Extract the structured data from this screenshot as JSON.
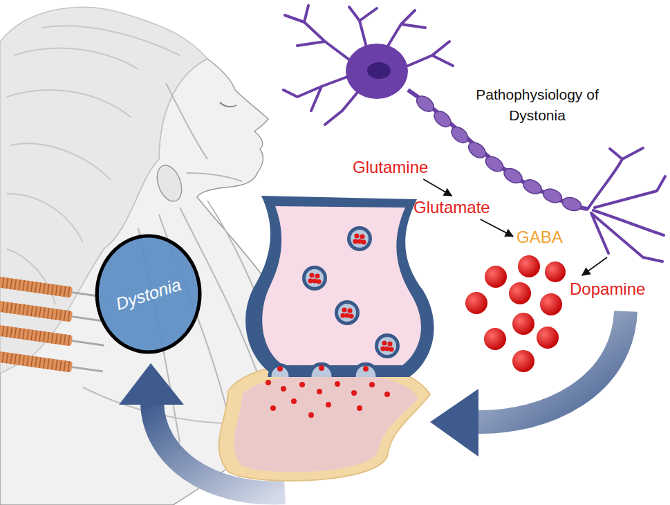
{
  "diagram": {
    "title": "Pathophysiology of Dystonia",
    "nodes": [
      {
        "text": [
          "Dystonia"
        ]
      },
      {
        "text": [
          "Glutamine"
        ]
      },
      {
        "text": [
          "Glutamate"
        ]
      },
      {
        "text": [
          "GABA"
        ]
      },
      {
        "text": [
          "Dopamine"
        ]
      }
    ],
    "edges": [
      {
        "from": 1,
        "to": 2,
        "arrow": "to"
      },
      {
        "from": 2,
        "to": 3,
        "arrow": "to"
      }
    ]
  }
}
